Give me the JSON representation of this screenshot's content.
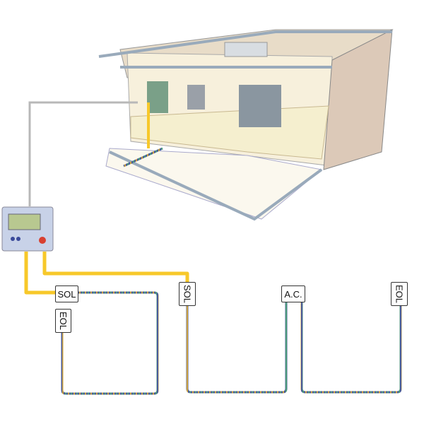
{
  "labels": {
    "zone1_start": "SOL",
    "zone1_end": "EOL",
    "zone2_start": "SOL",
    "zone2_connector": "A.C.",
    "zone2_end": "EOL"
  },
  "colors": {
    "feed_cable": "#f7c82a",
    "signal_cable": "#b8b8b8",
    "sensing_cable_primary": "#4a5a9a",
    "sensing_cable_secondary": "#c9a040",
    "room_floor": "#f5efcf",
    "room_wall": "#e8dcc8"
  },
  "icons": {
    "controller": "leak-detection-controller-panel",
    "building": "data-center-raised-floor-cutaway"
  }
}
